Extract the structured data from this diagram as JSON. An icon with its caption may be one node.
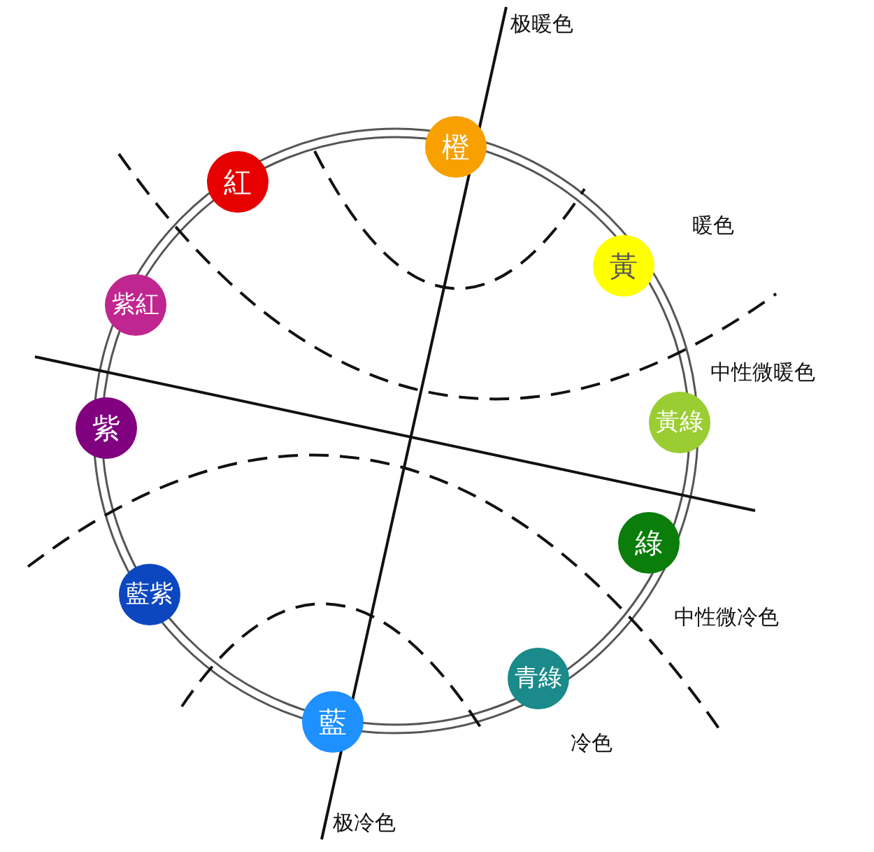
{
  "diagram": {
    "nodes": [
      {
        "text": [
          "橙"
        ]
      },
      {
        "text": [
          "黃"
        ]
      },
      {
        "text": [
          "黃綠"
        ]
      },
      {
        "text": [
          "綠"
        ]
      },
      {
        "text": [
          "青綠"
        ]
      },
      {
        "text": [
          "藍"
        ]
      },
      {
        "text": [
          "藍紫"
        ]
      },
      {
        "text": [
          "紫"
        ]
      },
      {
        "text": [
          "紫紅"
        ]
      },
      {
        "text": [
          "紅"
        ]
      }
    ],
    "labels": [
      "极暖色",
      "暖色",
      "中性微暖色",
      "中性微冷色",
      "冷色",
      "极冷色"
    ]
  }
}
